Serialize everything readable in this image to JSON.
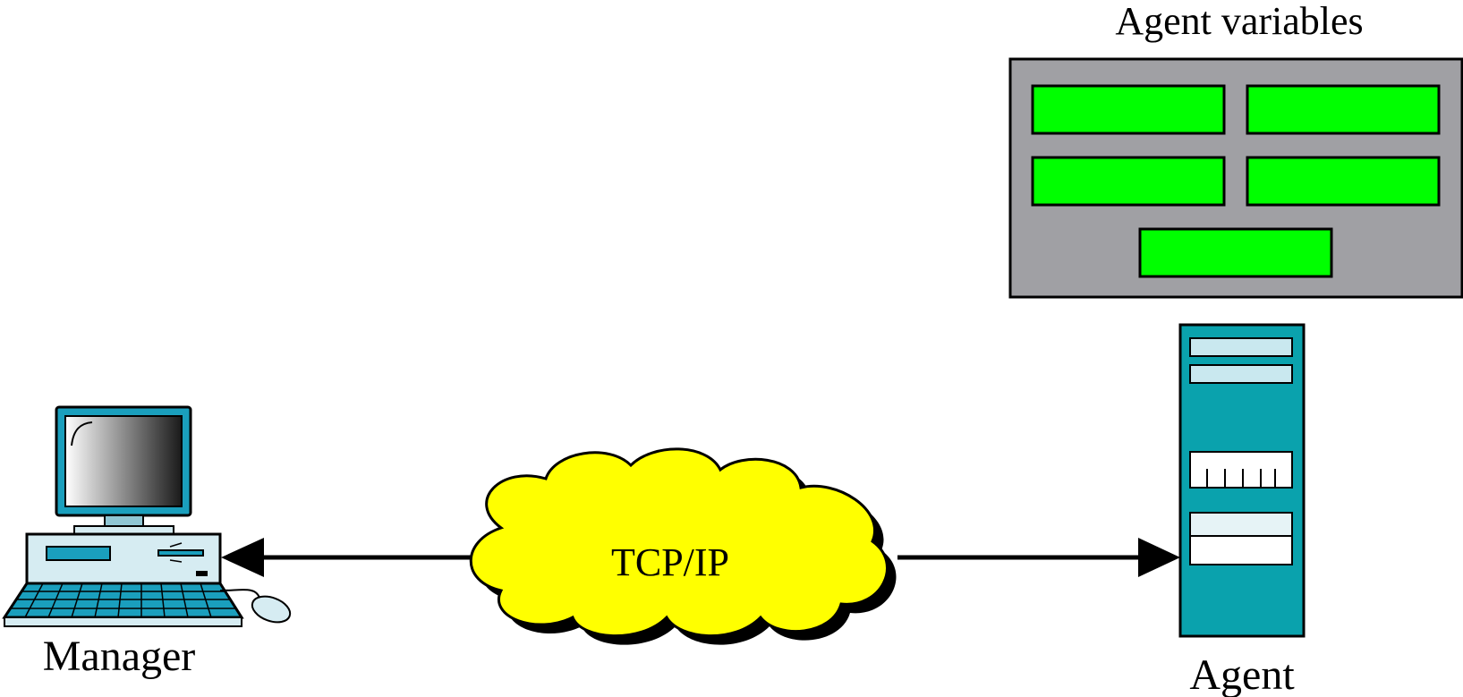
{
  "labels": {
    "agent_variables": "Agent variables",
    "network": "TCP/IP",
    "manager": "Manager",
    "agent": "Agent"
  },
  "colors": {
    "variable_fill": "#00ff00",
    "panel_fill": "#a0a0a4",
    "cloud_fill": "#ffff00",
    "computer_fill": "#d6ecf2",
    "server_fill": "#0aa2ad",
    "monitor_fill": "#1a9fbd"
  },
  "icons": [
    "desktop-computer-icon",
    "server-tower-icon",
    "network-cloud-icon"
  ]
}
